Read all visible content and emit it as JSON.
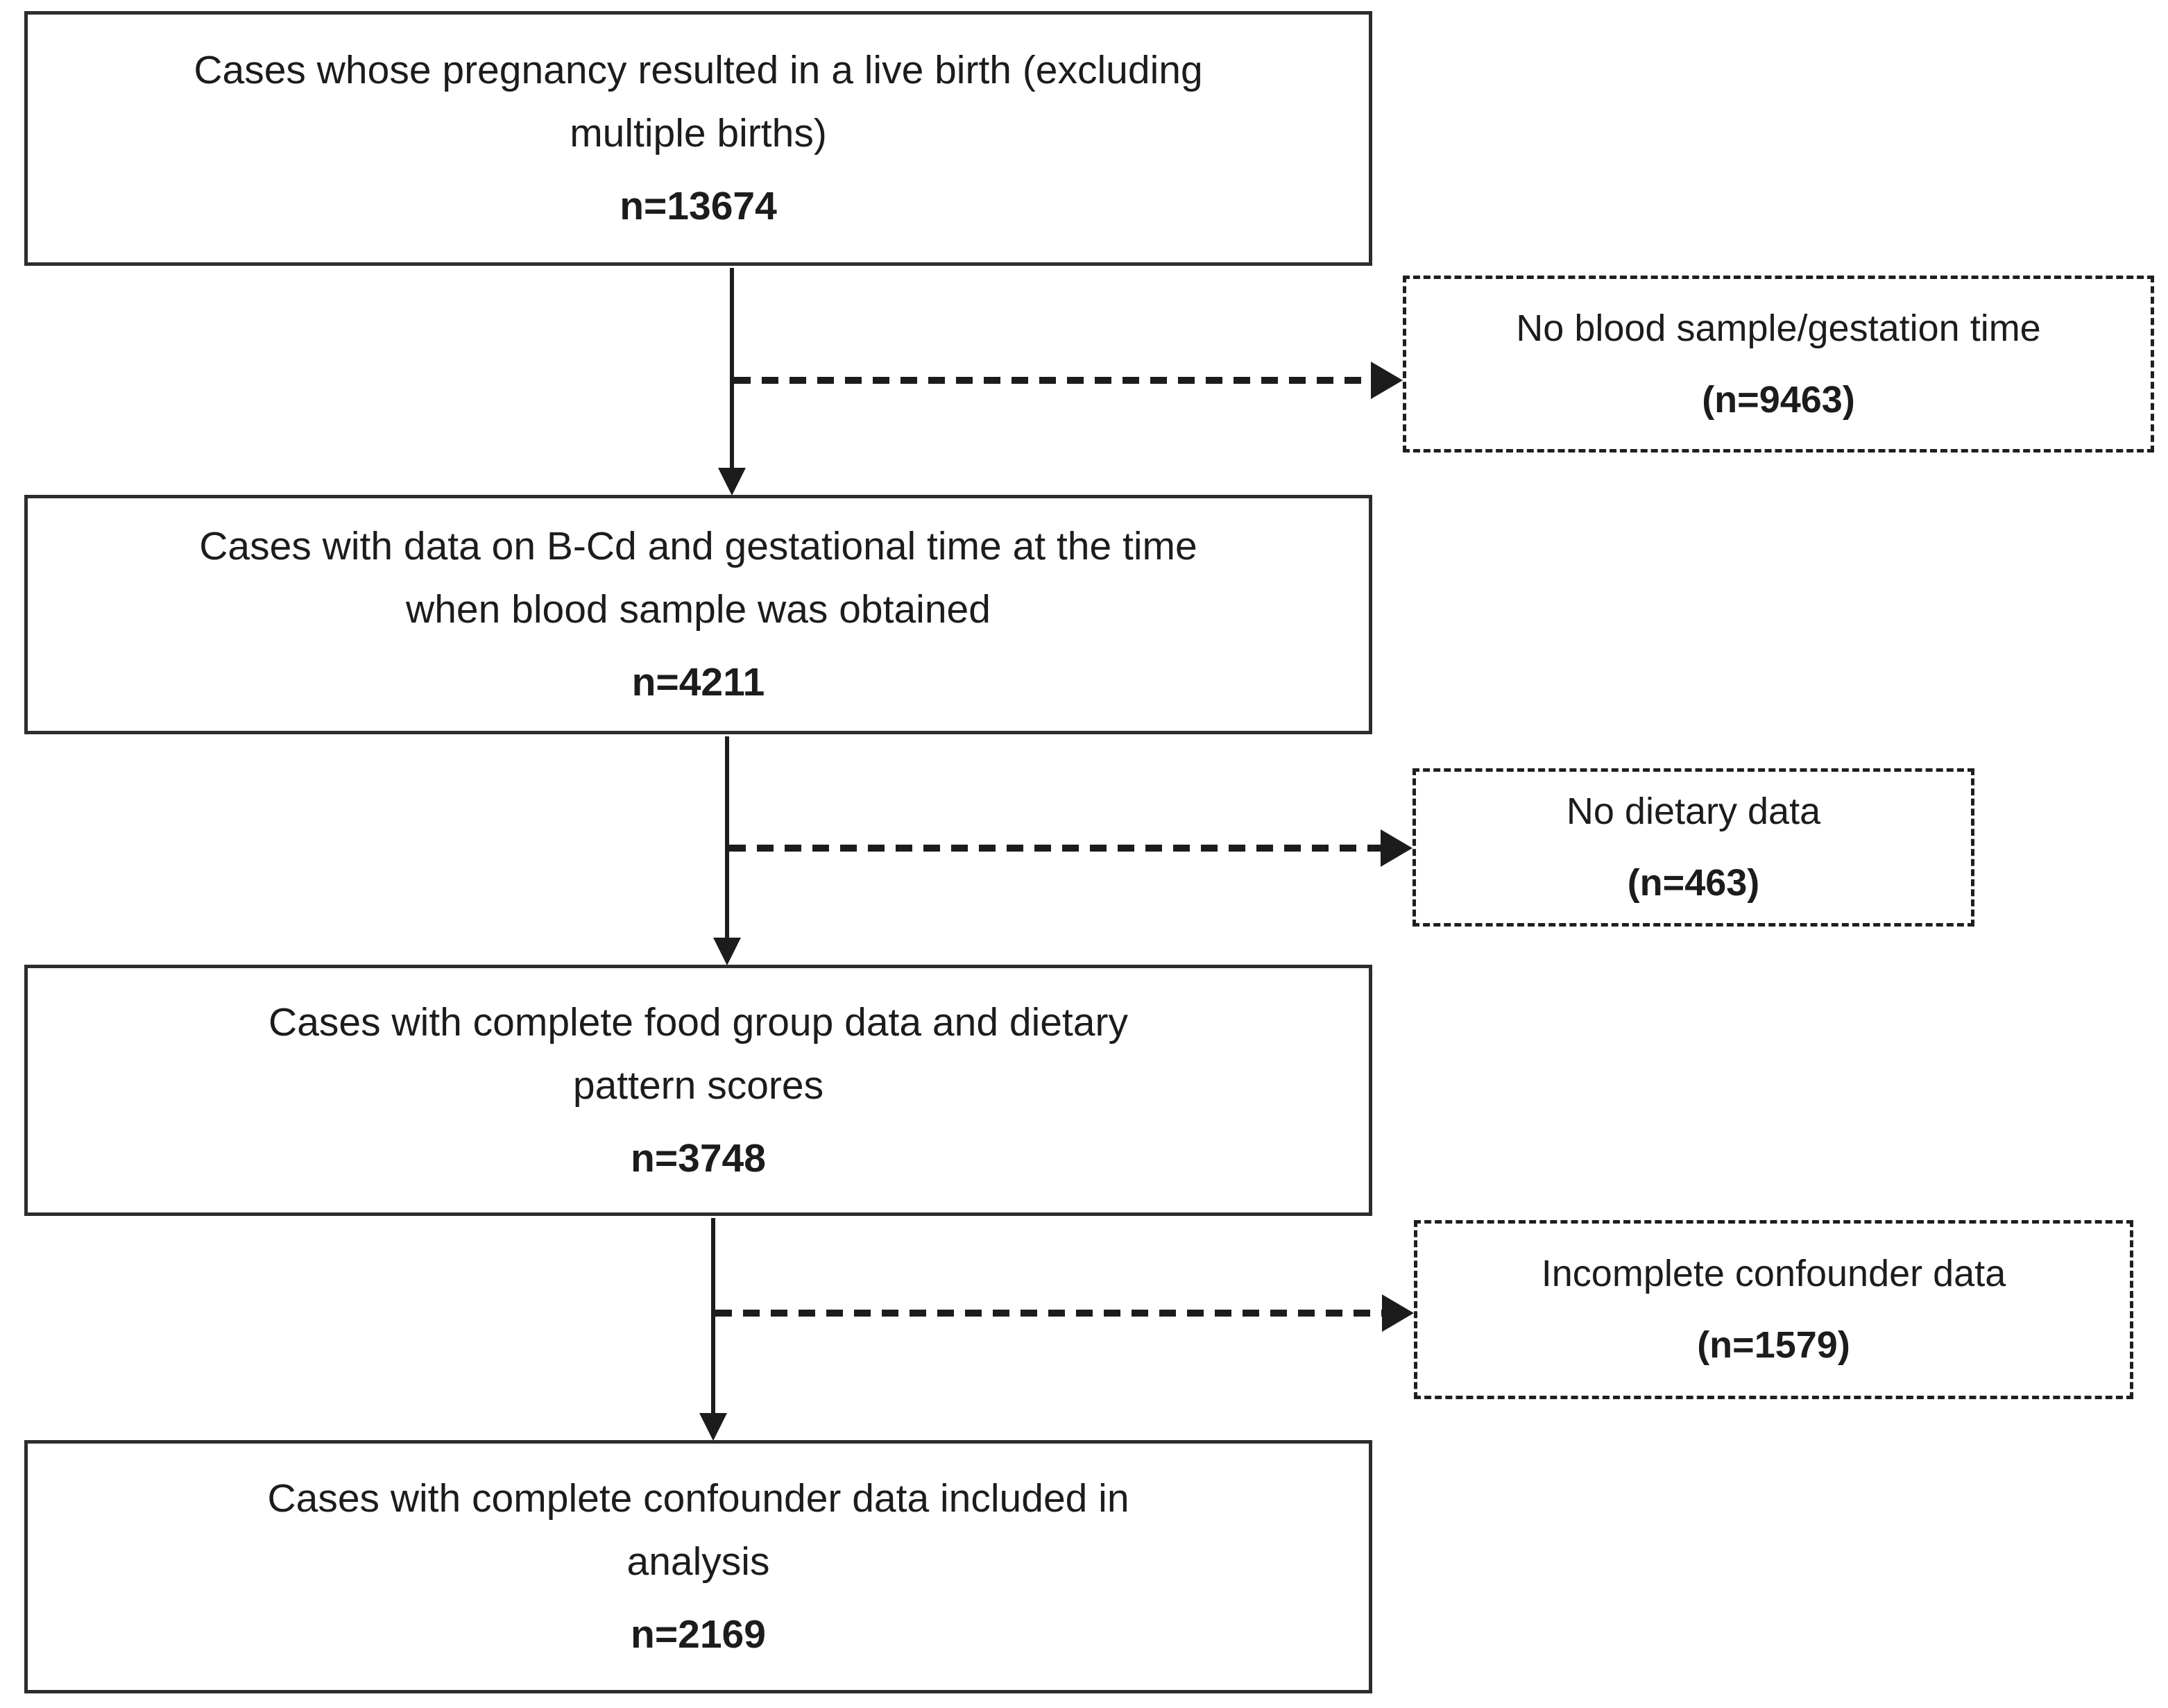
{
  "diagram": {
    "type": "participant-flowchart",
    "colors": {
      "background": "#ffffff",
      "line": "#1c1c1c",
      "box_border": "#2d2d2d"
    },
    "main_boxes": [
      {
        "line1": "Cases whose pregnancy resulted in a live birth (excluding",
        "line2": "multiple births)",
        "n": "n=13674"
      },
      {
        "line1": "Cases with data on B-Cd and gestational time at the time",
        "line2": "when blood sample was obtained",
        "n": "n=4211"
      },
      {
        "line1": "Cases with complete food group data and dietary",
        "line2": "pattern scores",
        "n": "n=3748"
      },
      {
        "line1": "Cases with complete confounder data included in",
        "line2": "analysis",
        "n": "n=2169"
      }
    ],
    "exclusion_boxes": [
      {
        "label": "No blood sample/gestation time",
        "n": "(n=9463)"
      },
      {
        "label": "No dietary data",
        "n": "(n=463)"
      },
      {
        "label": "Incomplete confounder data",
        "n": "(n=1579)"
      }
    ]
  }
}
